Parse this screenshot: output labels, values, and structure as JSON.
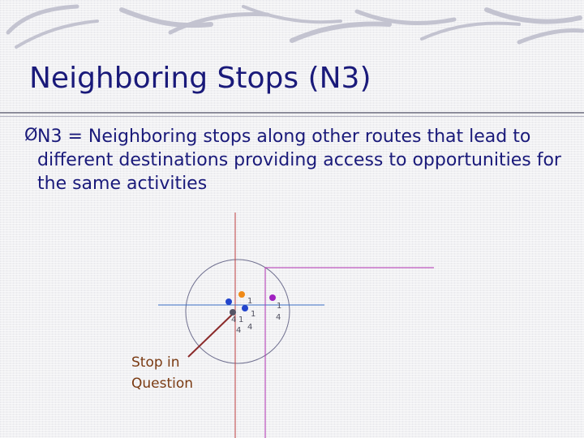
{
  "slide": {
    "title": "Neighboring Stops (N3)",
    "bullet_marker": "Ø",
    "bullet_text": "N3 = Neighboring stops along other routes that lead to different destinations providing access to opportunities for the same activities"
  },
  "diagram": {
    "caption": "Stop in Question",
    "route_colors": {
      "blue_route": "#3a6fc4",
      "red_route": "#c04040",
      "magenta_route": "#b030b0",
      "buffer_circle": "#6f6f8f"
    },
    "stop_labels": {
      "orange_top": "1",
      "blue_mid": "1",
      "blue_mid_sub": "4",
      "gray_left": "4",
      "gray_left_b": "1",
      "gray_left_sub": "4",
      "magenta_top": "1",
      "magenta_sub": "4"
    },
    "stop_colors": {
      "blue": "#2244cc",
      "orange": "#f08a18",
      "gray": "#555566",
      "magenta": "#a020c0"
    }
  }
}
